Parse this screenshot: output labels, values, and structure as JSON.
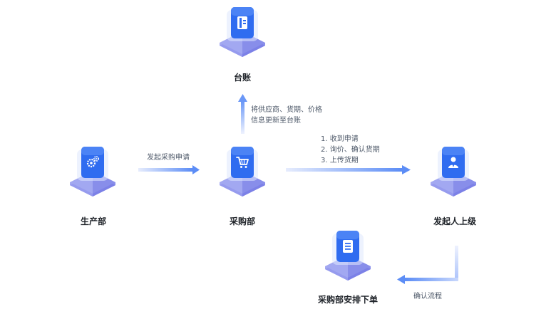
{
  "nodes": {
    "ledger": {
      "label": "台账",
      "icon": "ledger-book-icon"
    },
    "production": {
      "label": "生产部",
      "icon": "gears-icon"
    },
    "purchasing": {
      "label": "采购部",
      "icon": "shopping-cart-icon"
    },
    "initiator_superior": {
      "label": "发起人上级",
      "icon": "user-badge-icon"
    },
    "purchase_order": {
      "label": "采购部安排下单",
      "icon": "document-list-icon"
    }
  },
  "edges": {
    "purchasing_to_ledger": [
      "将供应商、货期、价格",
      "信息更新至台账"
    ],
    "production_to_purchasing": [
      "发起采购申请"
    ],
    "purchasing_to_superior": [
      "1. 收到申请",
      "2. 询价、确认货期",
      "3. 上传货期"
    ],
    "superior_to_order": [
      "确认流程"
    ]
  },
  "colors": {
    "icon_blue": "#2f6cf0",
    "icon_blue_light": "#5b8cf6",
    "platform_top": "#eaedfc",
    "platform_side": "#7d83e8",
    "arrow_start": "#e4ebfd",
    "arrow_end": "#5c8df6"
  }
}
